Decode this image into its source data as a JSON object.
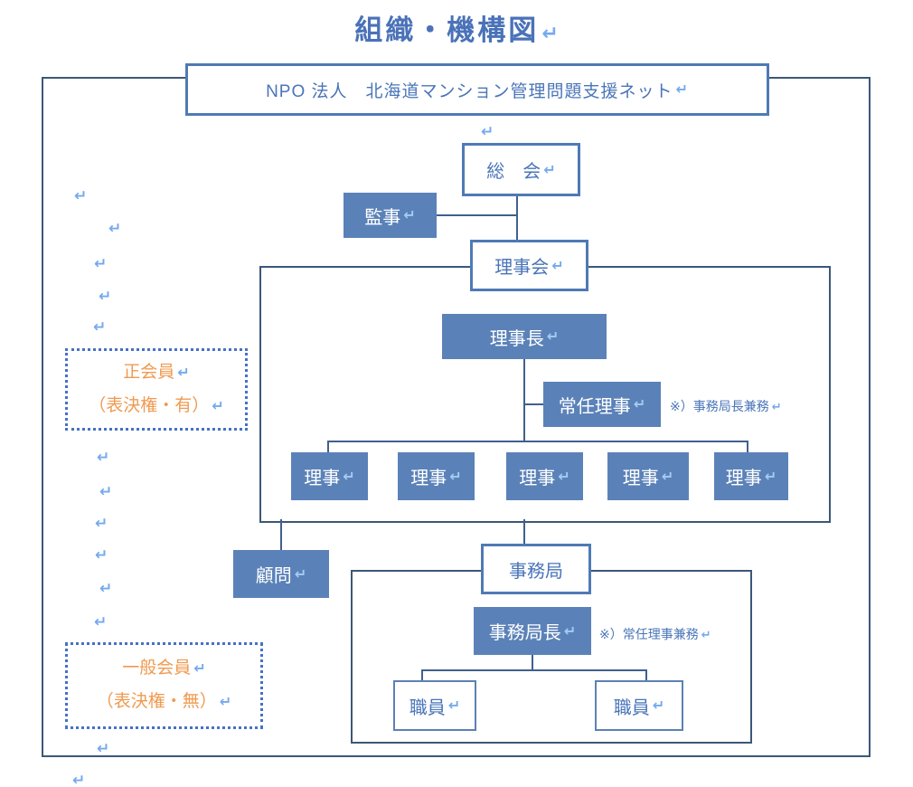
{
  "title": {
    "text": "組織・機構図"
  },
  "paragraph_mark": "↵",
  "header_box": {
    "label": "NPO 法人　北海道マンション管理問題支援ネット"
  },
  "nodes": {
    "general_assembly": {
      "label": "総　会"
    },
    "auditor": {
      "label": "監事"
    },
    "board": {
      "label": "理事会"
    },
    "chairman": {
      "label": "理事長"
    },
    "standing_director": {
      "label": "常任理事",
      "note": "※）事務局長兼務"
    },
    "directors": [
      "理事",
      "理事",
      "理事",
      "理事",
      "理事"
    ],
    "advisor": {
      "label": "顧問"
    },
    "secretariat": {
      "label": "事務局"
    },
    "secretary_general": {
      "label": "事務局長",
      "note": "※）常任理事兼務"
    },
    "staff": [
      "職員",
      "職員"
    ]
  },
  "member_groups": {
    "regular": {
      "line1": "正会員",
      "line2": "（表決権・有）"
    },
    "general": {
      "line1": "一般会員",
      "line2": "（表決権・無）"
    }
  },
  "colors": {
    "box_fill": "#5b82b8",
    "box_border": "#4f7ab5",
    "text_blue": "#4a75b8",
    "connector_line": "#40608f",
    "frame_rect_border": "#3b5878",
    "paragraph_mark": "#74a9ee",
    "member_orange": "#f09a50",
    "dotted_border": "#4472c4"
  }
}
